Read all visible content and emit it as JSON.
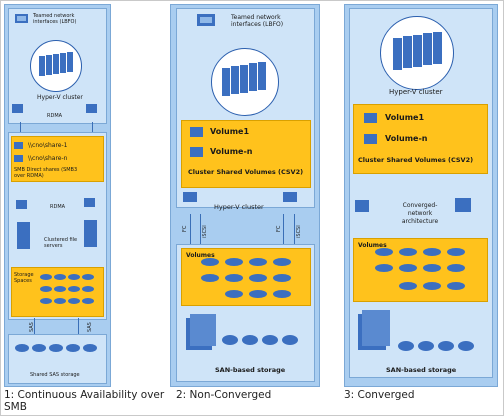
{
  "columns": [
    {
      "caption": "1: Continuous Availability over SMB",
      "labels": {
        "teamed": "Teamed network interfaces (LBFO)",
        "cluster": "Hyper-V cluster",
        "rdma_top": "RDMA",
        "share1": "\\\\cno\\share-1",
        "sharen": "\\\\cno\\share-n",
        "smb": "SMB Direct shares (SMB3 over RDMA)",
        "rdma_mid": "RDMA",
        "clustered": "Clustered file servers",
        "spaces": "Storage Spaces",
        "sas_left": "SAS",
        "sas_right": "SAS",
        "shared_sas": "Shared SAS storage"
      }
    },
    {
      "caption": "2: Non-Converged",
      "labels": {
        "teamed": "Teamed network interfaces (LBFO)",
        "volume1": "Volume1",
        "volumen": "Volume-n",
        "csv": "Cluster Shared Volumes (CSV2)",
        "cluster": "Hyper-V cluster",
        "fc_left": "FC",
        "iscsi_left": "iSCSI",
        "fc_right": "FC",
        "iscsi_right": "iSCSI",
        "volumes": "Volumes",
        "san": "SAN-based storage"
      }
    },
    {
      "caption": "3: Converged",
      "labels": {
        "cluster": "Hyper-V cluster",
        "volume1": "Volume1",
        "volumen": "Volume-n",
        "csv": "Cluster Shared Volumes (CSV2)",
        "converged": "Converged-network architecture",
        "volumes": "Volumes",
        "san": "SAN-based storage"
      }
    }
  ],
  "colors": {
    "panel": "#a9cdf0",
    "inner": "#cfe4f8",
    "accent": "#ffc21c",
    "icon": "#3b6fc0"
  }
}
